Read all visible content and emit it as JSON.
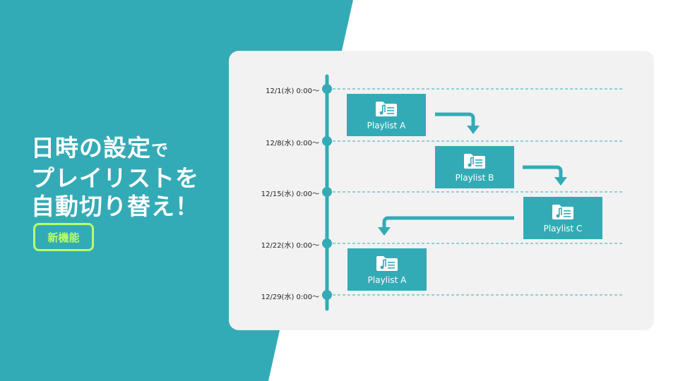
{
  "colors": {
    "teal": "#33abb6",
    "accent": "#b7ff6a",
    "panel": "#f2f2f2",
    "white": "#ffffff"
  },
  "headline": {
    "line1_main": "日時の設定",
    "line1_small": "で",
    "line2_main": "プレイリストを",
    "line3_main": "自動切り替え！"
  },
  "badge": {
    "label": "新機能"
  },
  "timeline": {
    "dates": [
      "12/1(水) 0:00〜",
      "12/8(水) 0:00〜",
      "12/15(水) 0:00〜",
      "12/22(水) 0:00〜",
      "12/29(水) 0:00〜"
    ],
    "playlists": [
      {
        "label": "Playlist A",
        "icon": "music-folder-icon"
      },
      {
        "label": "Playlist B",
        "icon": "music-folder-icon"
      },
      {
        "label": "Playlist C",
        "icon": "music-folder-icon"
      },
      {
        "label": "Playlist A",
        "icon": "music-folder-icon"
      }
    ]
  }
}
